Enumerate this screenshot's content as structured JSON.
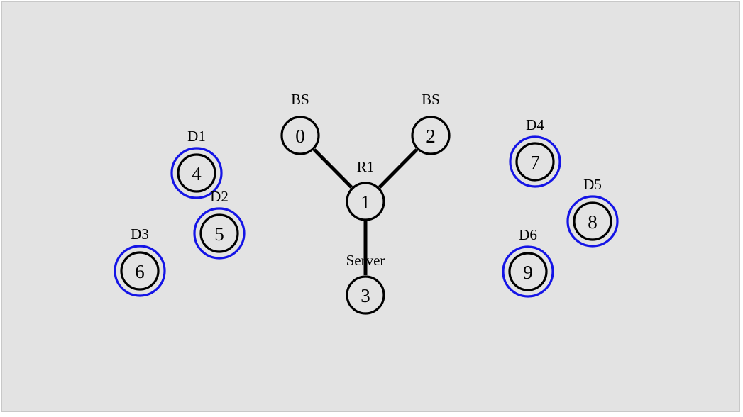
{
  "colors": {
    "background": "#e3e3e3",
    "node_outline": "#000000",
    "device_halo": "#1414e6",
    "link": "#000000"
  },
  "nodes": [
    {
      "id": "0",
      "label": "BS",
      "device": false
    },
    {
      "id": "1",
      "label": "R1",
      "device": false
    },
    {
      "id": "2",
      "label": "BS",
      "device": false
    },
    {
      "id": "3",
      "label": "Server",
      "device": false
    },
    {
      "id": "4",
      "label": "D1",
      "device": true
    },
    {
      "id": "5",
      "label": "D2",
      "device": true
    },
    {
      "id": "6",
      "label": "D3",
      "device": true
    },
    {
      "id": "7",
      "label": "D4",
      "device": true
    },
    {
      "id": "8",
      "label": "D5",
      "device": true
    },
    {
      "id": "9",
      "label": "D6",
      "device": true
    }
  ],
  "links": [
    {
      "from": "0",
      "to": "1"
    },
    {
      "from": "2",
      "to": "1"
    },
    {
      "from": "1",
      "to": "3"
    }
  ]
}
